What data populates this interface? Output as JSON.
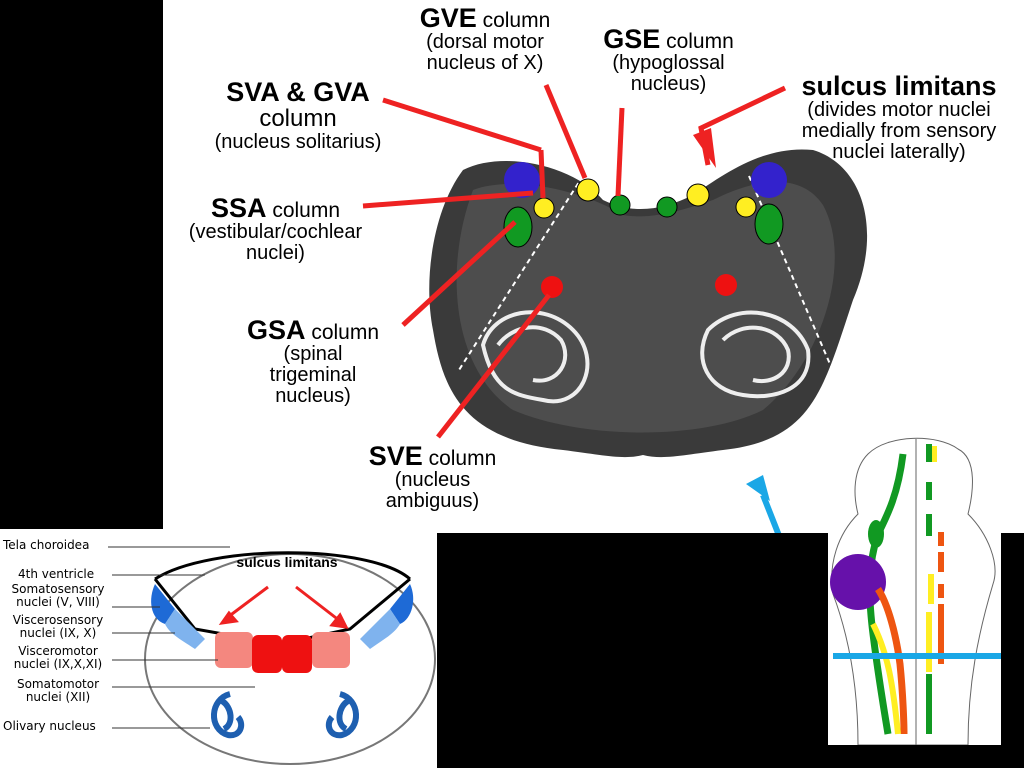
{
  "labels": {
    "gve": {
      "head": "GVE",
      "tail": " column",
      "lines": [
        "(dorsal motor",
        "nucleus of X)"
      ]
    },
    "gse": {
      "head": "GSE",
      "tail": " column",
      "lines": [
        "(hypoglossal",
        "nucleus)"
      ]
    },
    "sulcus": {
      "head": "sulcus limitans",
      "lines": [
        "(divides motor nuclei",
        "medially from sensory",
        "nuclei laterally)"
      ]
    },
    "sva": {
      "head": "SVA & GVA",
      "line2": "column",
      "lines": [
        "(nucleus solitarius)"
      ]
    },
    "ssa": {
      "head": "SSA",
      "tail": " column",
      "lines": [
        "(vestibular/cochlear",
        "nuclei)"
      ]
    },
    "gsa": {
      "head": "GSA",
      "tail": " column",
      "lines": [
        "(spinal",
        "trigeminal",
        "nucleus)"
      ]
    },
    "sve": {
      "head": "SVE",
      "tail": " column",
      "lines": [
        "(nucleus",
        "ambiguus)"
      ]
    }
  },
  "inset": {
    "sulcus_label": "sulcus limitans",
    "left_labels": [
      "Tela choroidea",
      "4th ventricle",
      "Somatosensory",
      "nuclei (V, VIII)",
      "Viscerosensory",
      "nuclei (IX, X)",
      "Visceromotor",
      "nuclei (IX,X,XI)",
      "Somatomotor",
      "nuclei (XII)",
      "Olivary nucleus"
    ]
  },
  "colors": {
    "arrow_red": "#ee2222",
    "arrow_blue": "#1aa7e6",
    "ssa_blue": "#3322cc",
    "yellow": "#ffee22",
    "green": "#119922",
    "red_nucleus": "#ee1111",
    "purple": "#6611aa",
    "orange": "#ee5511"
  }
}
